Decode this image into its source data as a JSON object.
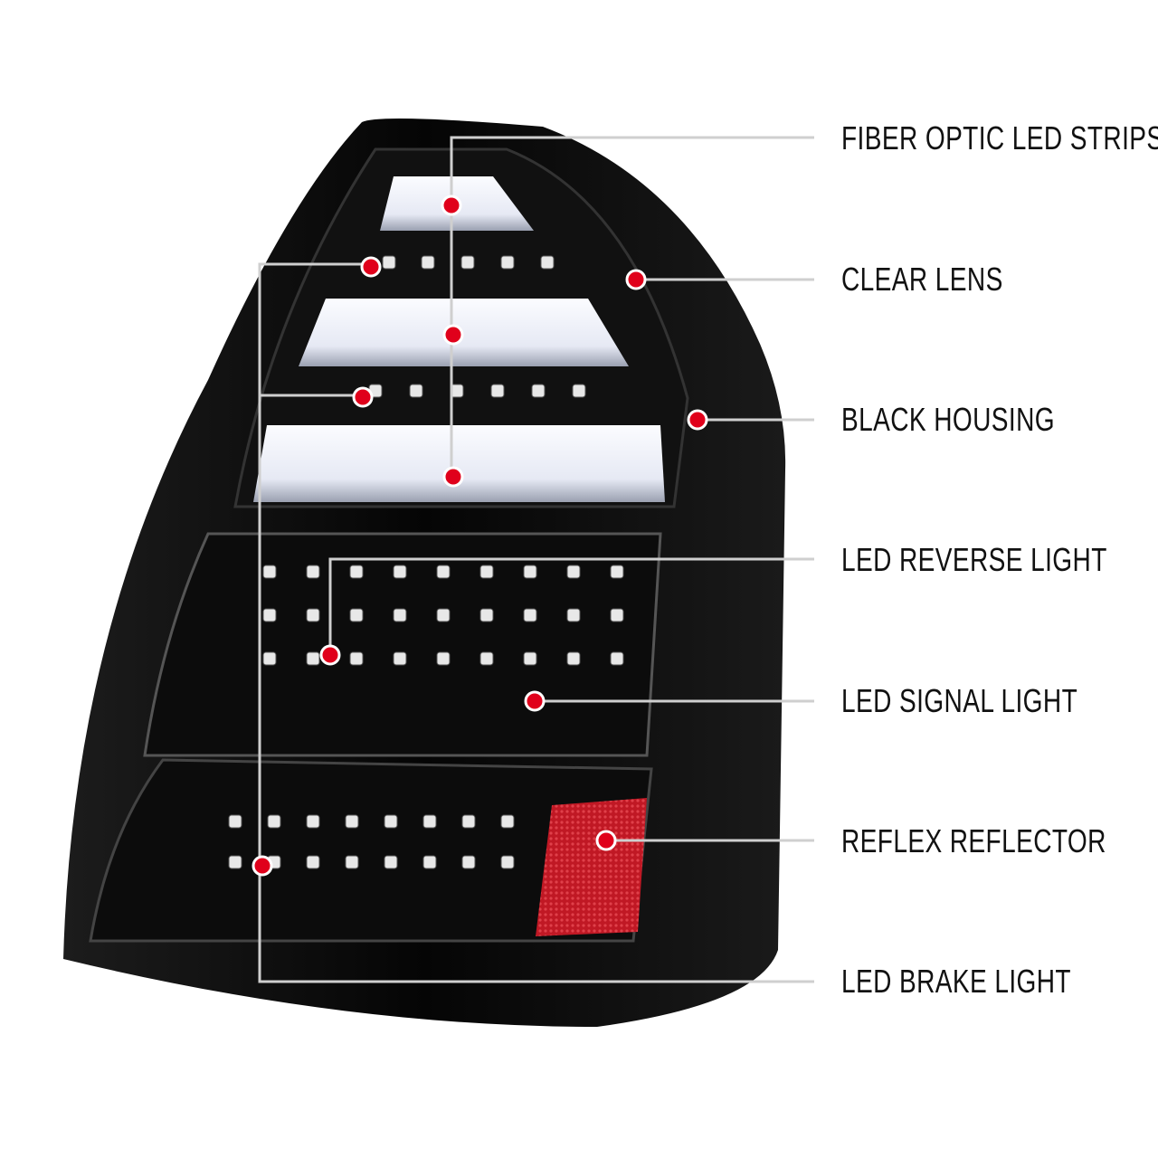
{
  "colors": {
    "dot": "#e0001b",
    "line": "#cfcfcf",
    "housing": "#0a0a0a",
    "reflector": "#c8202a",
    "strip": "#e9ecf5"
  },
  "callouts": [
    {
      "label": "FIBER OPTIC LED STRIPS"
    },
    {
      "label": "CLEAR LENS"
    },
    {
      "label": "BLACK HOUSING"
    },
    {
      "label": "LED REVERSE LIGHT"
    },
    {
      "label": "LED SIGNAL LIGHT"
    },
    {
      "label": "REFLEX REFLECTOR"
    },
    {
      "label": "LED BRAKE LIGHT"
    }
  ]
}
